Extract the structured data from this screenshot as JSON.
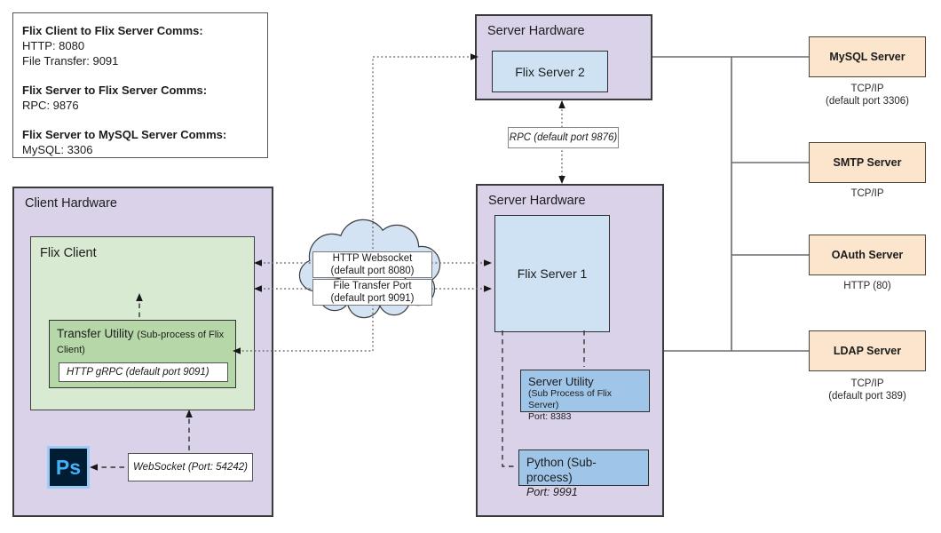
{
  "legend": {
    "sections": [
      {
        "title": "Flix Client to Flix Server Comms:",
        "lines": [
          "HTTP: 8080",
          "File Transfer: 9091"
        ]
      },
      {
        "title": "Flix Server to Flix Server Comms:",
        "lines": [
          "RPC: 9876"
        ]
      },
      {
        "title": "Flix Server to MySQL Server Comms:",
        "lines": [
          "MySQL: 3306"
        ]
      }
    ]
  },
  "server_hardware_top": {
    "title": "Server Hardware",
    "server_label": "Flix Server 2"
  },
  "rpc_connector_label": "RPC (default port 9876)",
  "client_hardware": {
    "title": "Client Hardware",
    "flix_client_label": "Flix Client",
    "transfer_utility_title": "Transfer Utility",
    "transfer_utility_sub": "(Sub-process of Flix Client)",
    "grpc_label": "HTTP gRPC (default port 9091)",
    "photoshop_glyph": "Ps",
    "websocket_label": "WebSocket (Port: 54242)"
  },
  "cloud": {
    "labels": [
      {
        "line1": "HTTP Websocket",
        "line2": "(default port 8080)"
      },
      {
        "line1": "File Transfer Port",
        "line2": "(default port 9091)"
      }
    ]
  },
  "server_hardware_main": {
    "title": "Server Hardware",
    "server_label": "Flix Server 1",
    "server_utility": {
      "title": "Server Utility",
      "sub": "(Sub Process of Flix Server)",
      "port": "Port: 8383"
    },
    "python": {
      "title": "Python (Sub-process)",
      "port": "Port: 9991"
    }
  },
  "external_servers": [
    {
      "name": "MySQL Server",
      "caption1": "TCP/IP",
      "caption2": "(default port 3306)"
    },
    {
      "name": "SMTP Server",
      "caption1": "TCP/IP",
      "caption2": ""
    },
    {
      "name": "OAuth Server",
      "caption1": "HTTP (80)",
      "caption2": ""
    },
    {
      "name": "LDAP Server",
      "caption1": "TCP/IP",
      "caption2": "(default port 389)"
    }
  ],
  "colors": {
    "hardware_purple": "#d9d2e9",
    "flix_client_green": "#d9ead3",
    "transfer_utility_green": "#b6d7a8",
    "flix_server_blue": "#cfe2f3",
    "sub_process_blue": "#9fc5e8",
    "external_server_peach": "#fce5cd",
    "cloud_blue": "#d3e3f3",
    "photoshop_navy": "#001d33",
    "photoshop_blue": "#31a8ff"
  }
}
